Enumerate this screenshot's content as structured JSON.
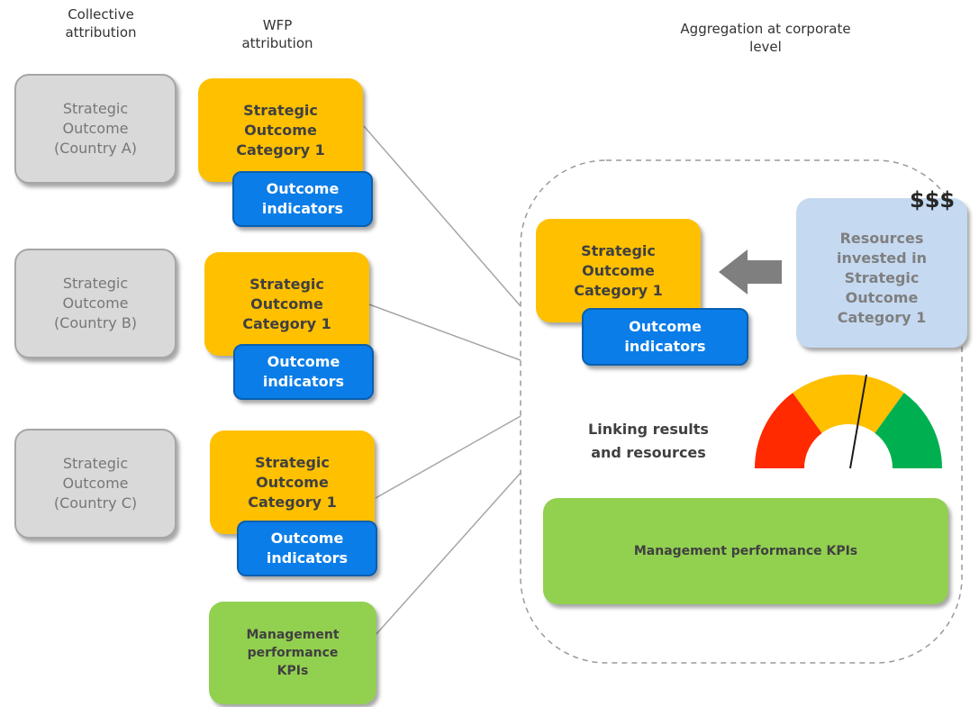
{
  "headers": {
    "collective": "Collective\nattribution",
    "wfp": "WFP\nattribution",
    "aggregation": "Aggregation at corporate\nlevel"
  },
  "countries": [
    {
      "label": "Strategic\nOutcome\n(Country A)"
    },
    {
      "label": "Strategic\nOutcome\n(Country B)"
    },
    {
      "label": "Strategic\nOutcome\n(Country C)"
    }
  ],
  "categories": [
    {
      "label": "Strategic\nOutcome\nCategory 1",
      "indicators": "Outcome\nindicators"
    },
    {
      "label": "Strategic\nOutcome\nCategory 1",
      "indicators": "Outcome\nindicators"
    },
    {
      "label": "Strategic\nOutcome\nCategory 1",
      "indicators": "Outcome\nindicators"
    }
  ],
  "kpi_small": "Management\nperformance\nKPIs",
  "corporate": {
    "category": "Strategic\nOutcome\nCategory 1",
    "indicators": "Outcome\nindicators",
    "resources": "Resources\ninvested in\nStrategic\nOutcome\nCategory 1",
    "currency": "$$$",
    "linking": "Linking results\nand resources",
    "kpi": "Management performance KPIs"
  },
  "colors": {
    "gray": "#d9d9d9",
    "yellow": "#ffc000",
    "blue": "#0a7de8",
    "green": "#92d050",
    "light_blue": "#c5d9f1",
    "gauge_red": "#ff2a00",
    "gauge_yellow": "#ffc000",
    "gauge_green": "#00b050"
  }
}
